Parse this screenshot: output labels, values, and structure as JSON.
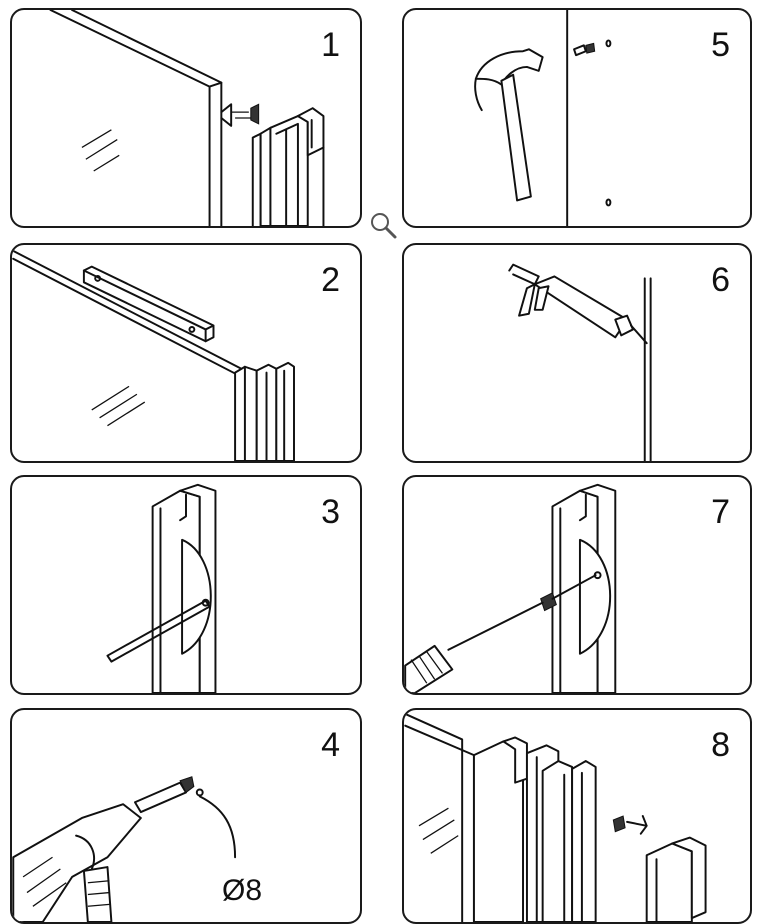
{
  "steps": [
    {
      "number": "1"
    },
    {
      "number": "2"
    },
    {
      "number": "3"
    },
    {
      "number": "4"
    },
    {
      "number": "5"
    },
    {
      "number": "6"
    },
    {
      "number": "7"
    },
    {
      "number": "8"
    }
  ],
  "drill_size_label": "Ø8",
  "icons": {
    "zoom": "magnifier-icon"
  }
}
